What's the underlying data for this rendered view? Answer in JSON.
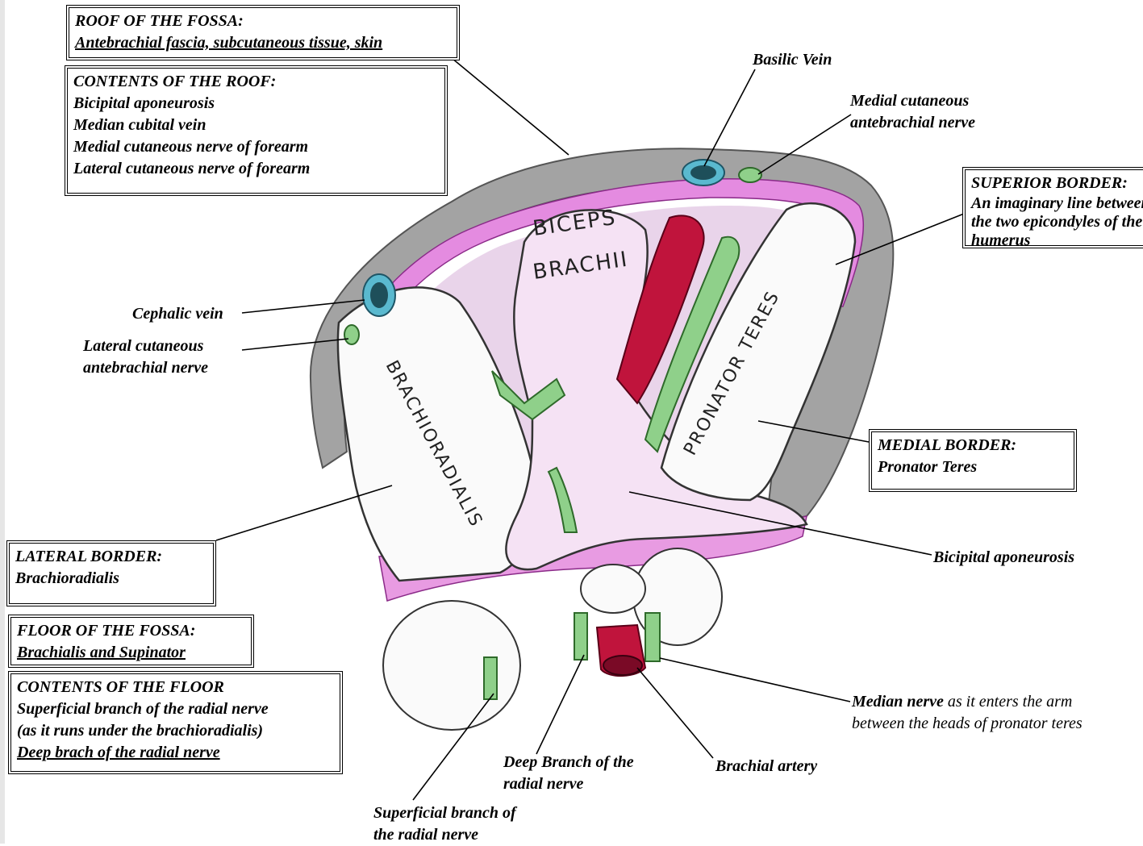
{
  "muscle_texts": {
    "biceps_line1": "BICEPS",
    "biceps_line2": "BRACHII",
    "brachioradialis": "BRACHIORADIALIS",
    "pronator": "PRONATOR TERES"
  },
  "boxes": {
    "roof": {
      "title": "ROOF OF THE FOSSA:",
      "text": "Antebrachial fascia, subcutaneous tissue, skin"
    },
    "roof_contents": {
      "title": "CONTENTS OF THE ROOF:",
      "items": [
        "Bicipital aponeurosis",
        "Median cubital vein",
        "Medial cutaneous nerve of forearm",
        "Lateral cutaneous nerve of forearm"
      ]
    },
    "superior_border": {
      "title": "SUPERIOR BORDER:",
      "lines": [
        "An imaginary line between",
        "the two epicondyles of the",
        "humerus"
      ]
    },
    "medial_border": {
      "title": "MEDIAL BORDER:",
      "text": "Pronator Teres"
    },
    "lateral_border": {
      "title": "LATERAL BORDER:",
      "text": "Brachioradialis"
    },
    "floor": {
      "title": "FLOOR OF THE FOSSA:",
      "text": "Brachialis and Supinator"
    },
    "floor_contents": {
      "title": "CONTENTS OF THE FLOOR",
      "items": [
        "Superficial branch of the radial nerve",
        "(as it runs under the brachioradialis)",
        "Deep brach of the radial nerve"
      ]
    }
  },
  "labels": {
    "basilic_vein": "Basilic Vein",
    "medial_cutaneous": [
      "Medial cutaneous",
      "antebrachial nerve"
    ],
    "cephalic_vein": "Cephalic vein",
    "lateral_cutaneous": [
      "Lateral cutaneous",
      "antebrachial nerve"
    ],
    "bicipital_aponeurosis": "Bicipital aponeurosis",
    "median_nerve_bold": "Median nerve",
    "median_nerve_rest": " as it enters the arm",
    "median_nerve_line2": "between the heads of pronator teres",
    "brachial_artery": "Brachial artery",
    "deep_branch": [
      "Deep Branch of the",
      "radial nerve"
    ],
    "superficial_branch": [
      "Superficial branch of",
      "the radial nerve"
    ]
  },
  "colors": {
    "fascia_gray": "#9a9a9a",
    "fascia_pink": "#e07ad8",
    "muscle_white": "#fafafa",
    "aponeurosis_pink": "#f2c8f0",
    "artery_red": "#c0143c",
    "nerve_green": "#8fd08a",
    "vein_blue": "#5ab9cf"
  }
}
